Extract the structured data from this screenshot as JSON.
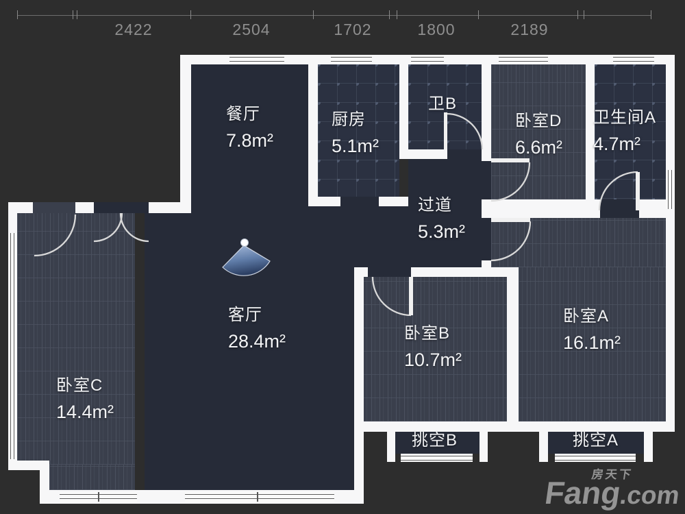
{
  "dimensions": {
    "values": [
      "2422",
      "2504",
      "1702",
      "1800",
      "2189"
    ]
  },
  "rooms": {
    "dining": {
      "name": "餐厅",
      "area": "7.8m²"
    },
    "kitchen": {
      "name": "厨房",
      "area": "5.1m²"
    },
    "bath_b": {
      "name": "卫B",
      "area": ""
    },
    "bedroom_d": {
      "name": "卧室D",
      "area": "6.6m²"
    },
    "bath_a": {
      "name": "卫生间A",
      "area": "4.7m²"
    },
    "hallway": {
      "name": "过道",
      "area": "5.3m²"
    },
    "living": {
      "name": "客厅",
      "area": "28.4m²"
    },
    "bedroom_b": {
      "name": "卧室B",
      "area": "10.7m²"
    },
    "bedroom_a": {
      "name": "卧室A",
      "area": "16.1m²"
    },
    "bedroom_c": {
      "name": "卧室C",
      "area": "14.4m²"
    },
    "void_b": {
      "name": "挑空B",
      "area": ""
    },
    "void_a": {
      "name": "挑空A",
      "area": ""
    }
  },
  "watermark": {
    "brand_cn": "房天下",
    "brand_en_main": "Fang",
    "brand_en_suffix": ".com"
  },
  "icons": {
    "light": "ceiling-light-beam-icon"
  },
  "colors": {
    "background": "#2d2d2d",
    "wall": "#f7f7f8",
    "floor_open": "#262b38",
    "floor_wood": "#3a3f4c",
    "floor_tile": "#2b3141",
    "label_text": "#f2f3f5",
    "dimension_text": "#8e8e8e",
    "light_beam": "#6f8cb8"
  }
}
